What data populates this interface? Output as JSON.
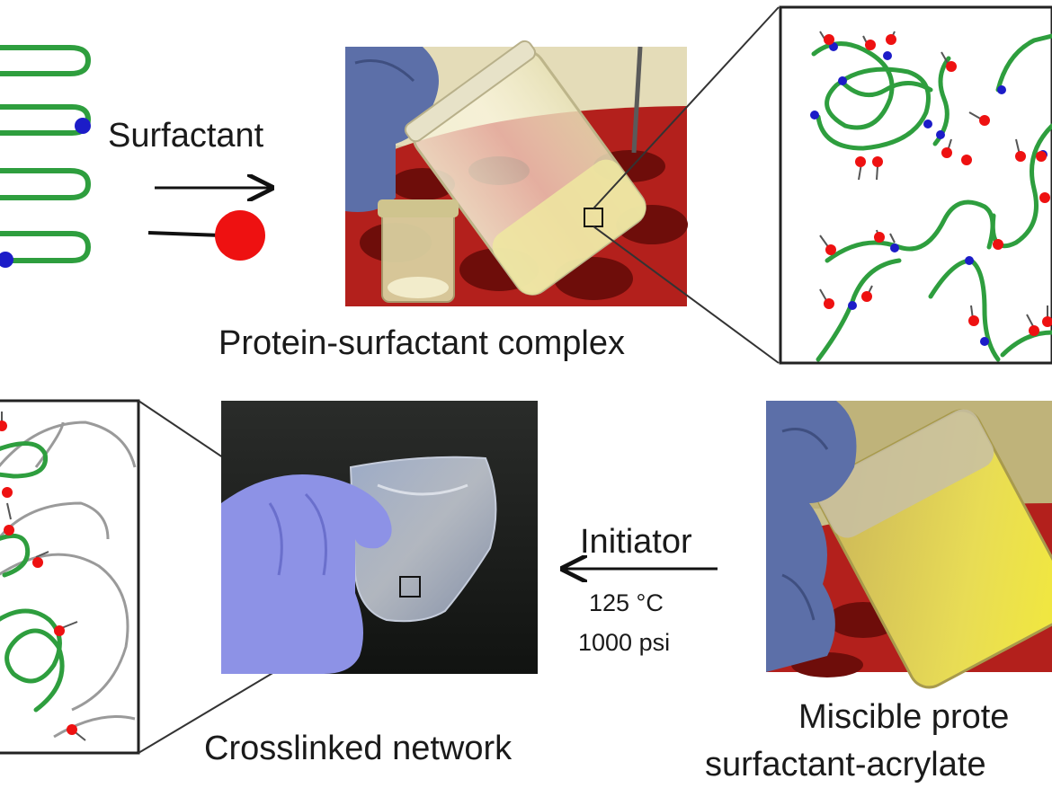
{
  "labels": {
    "surfactant": "Surfactant",
    "complex": "Protein-surfactant complex",
    "initiator": "Initiator",
    "temperature": "125 °C",
    "pressure": "1000 psi",
    "network": "Crosslinked network",
    "miscible_line1": "Miscible prote",
    "miscible_line2": "surfactant-acrylate"
  },
  "colors": {
    "protein": "#2e9e3e",
    "anchor": "#1c1cc8",
    "surfactant_head": "#ee1111",
    "crosslink": "#9a9a9a",
    "tray": "#b3201c",
    "glove_blue": "#5c6fa8",
    "glove_lavender": "#8d92e6"
  },
  "photos": {
    "complex_photo": "vial-in-red-tray-photo",
    "network_photo": "transparent-film-in-gloved-hand-photo",
    "miscible_photo": "yellow-vial-in-red-tray-photo"
  }
}
